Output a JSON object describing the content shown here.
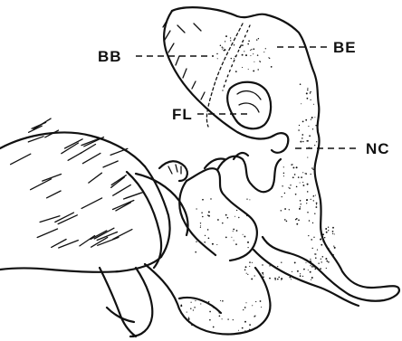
{
  "figure": {
    "labels": {
      "bb": "BB",
      "be": "BE",
      "fl": "FL",
      "nc": "NC"
    },
    "ink_color": "#111111",
    "paper_color": "#ffffff"
  }
}
